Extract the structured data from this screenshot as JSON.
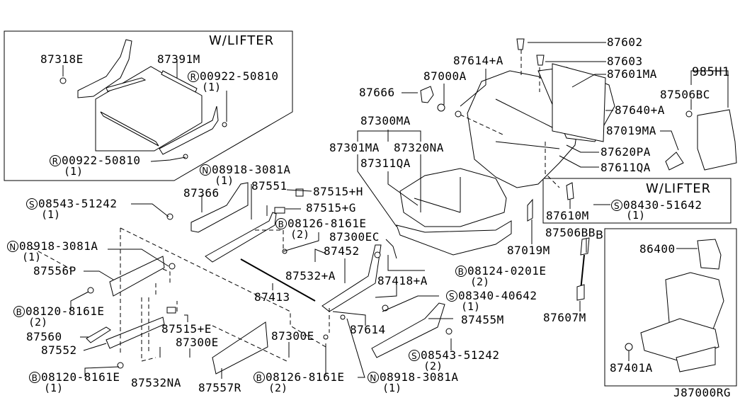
{
  "diagram": {
    "title": "Front seat parts diagram",
    "diagram_id": "J87000RG",
    "boxes": {
      "lifter_frame": {
        "title": "W/LIFTER"
      },
      "lifter_link": {
        "title": "W/LIFTER"
      },
      "complete_seat": {
        "corner_letter": "B"
      }
    },
    "callouts": {
      "p87318E": "87318E",
      "p87391M": "87391M",
      "r00922a": {
        "prefix": "R",
        "code": "00922-50810",
        "qty": "(1)"
      },
      "r00922b": {
        "prefix": "R",
        "code": "00922-50810",
        "qty": "(1)"
      },
      "n08918a": {
        "prefix": "N",
        "code": "08918-3081A",
        "qty": "(1)"
      },
      "s08543a": {
        "prefix": "S",
        "code": "08543-51242",
        "qty": "(1)"
      },
      "p87366": "87366",
      "p87551": "87551",
      "p87515H": "87515+H",
      "p87515G": "87515+G",
      "b08126a": {
        "prefix": "B",
        "code": "08126-8161E",
        "qty": "(2)"
      },
      "n08918b": {
        "prefix": "N",
        "code": "08918-3081A",
        "qty": "(1)"
      },
      "p87556P": "87556P",
      "b08120a": {
        "prefix": "B",
        "code": "08120-8161E",
        "qty": "(2)"
      },
      "p87560": "87560",
      "p87552": "87552",
      "b08120b": {
        "prefix": "B",
        "code": "08120-8161E",
        "qty": "(1)"
      },
      "p87532NA": "87532NA",
      "p87515E": "87515+E",
      "p87300E_a": "87300E",
      "p87557R": "87557R",
      "p87300E_b": "87300E",
      "b08126b": {
        "prefix": "B",
        "code": "08126-8161E",
        "qty": "(2)"
      },
      "n08918c": {
        "prefix": "N",
        "code": "08918-3081A",
        "qty": "(1)"
      },
      "p87413": "87413",
      "p87532A": "87532+A",
      "p87452": "87452",
      "p87300EC": "87300EC",
      "b08124": {
        "prefix": "B",
        "code": "08124-0201E",
        "qty": "(2)"
      },
      "p87418A": "87418+A",
      "s08340": {
        "prefix": "S",
        "code": "08340-40642",
        "qty": "(1)"
      },
      "p87614": "87614",
      "p87455M": "87455M",
      "s08543b": {
        "prefix": "S",
        "code": "08543-51242",
        "qty": "(2)"
      },
      "p87666": "87666",
      "p87000A": "87000A",
      "p87614A": "87614+A",
      "p87300MA": "87300MA",
      "p87301MA": "87301MA",
      "p87320NA": "87320NA",
      "p87311QA": "87311QA",
      "p87602": "87602",
      "p87603": "87603",
      "p87601MA": "87601MA",
      "p87640A": "87640+A",
      "p87620PA": "87620PA",
      "p87611QA": "87611QA",
      "p985H1": "985H1",
      "p87506BC": "87506BC",
      "p87019MA": "87019MA",
      "p87610M": "87610M",
      "s08430": {
        "prefix": "S",
        "code": "08430-51642",
        "qty": "(1)"
      },
      "p87019M": "87019M",
      "p87506BB": "87506BB",
      "p87607M": "87607M",
      "p86400": "86400",
      "p87401A": "87401A"
    }
  }
}
